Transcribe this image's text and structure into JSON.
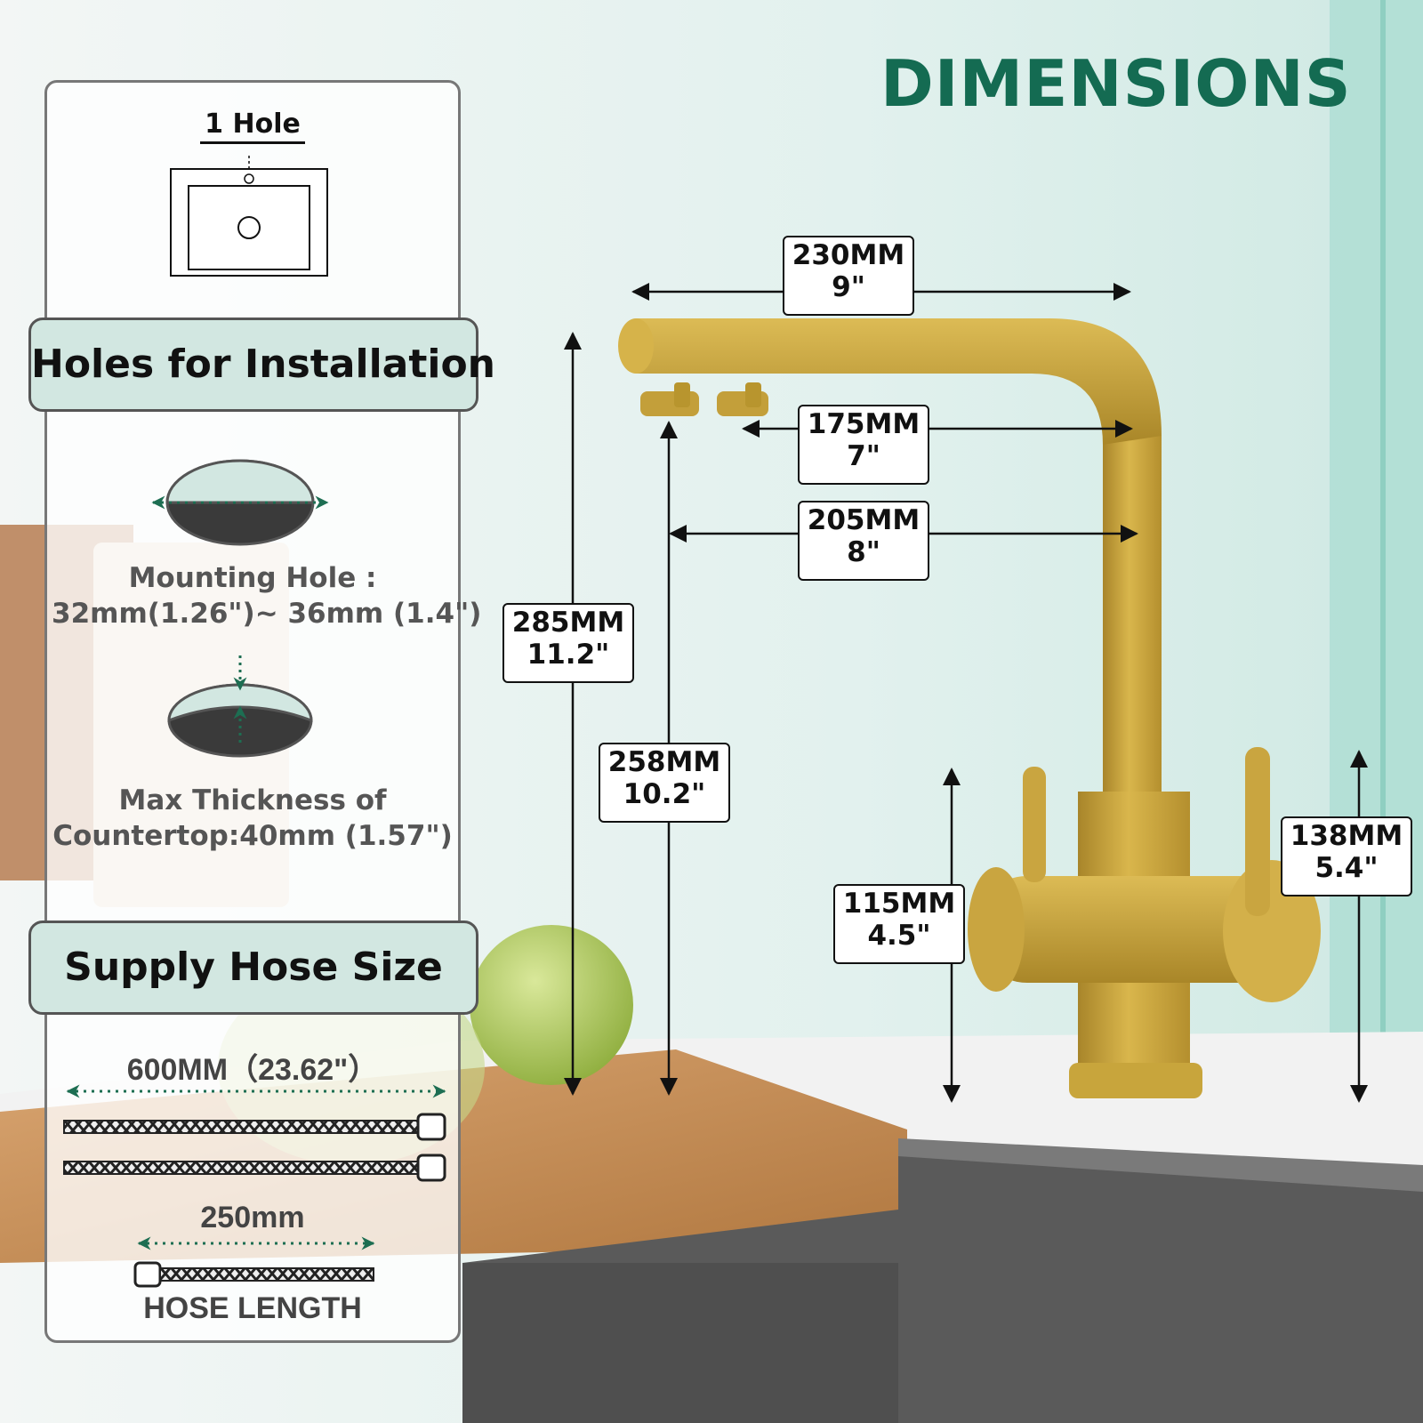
{
  "title": "DIMENSIONS",
  "dimensions": [
    {
      "mm": "230MM",
      "inch": "9\""
    },
    {
      "mm": "175MM",
      "inch": "7\""
    },
    {
      "mm": "205MM",
      "inch": "8\""
    },
    {
      "mm": "285MM",
      "inch": "11.2\""
    },
    {
      "mm": "258MM",
      "inch": "10.2\""
    },
    {
      "mm": "115MM",
      "inch": "4.5\""
    },
    {
      "mm": "138MM",
      "inch": "5.4\""
    }
  ],
  "sidebar": {
    "hole_count": "1 Hole",
    "holes_header": "Holes for Installation",
    "mounting_hole_label": "Mounting Hole :",
    "mounting_hole_value": "32mm(1.26\")~ 36mm (1.4\")",
    "thickness_label": "Max Thickness of",
    "thickness_value": "Countertop:40mm (1.57\")",
    "hose_header": "Supply Hose Size",
    "hose_long": "600MM（23.62\"）",
    "hose_short": "250mm",
    "hose_caption": "HOSE LENGTH"
  },
  "colors": {
    "accent": "#146b52",
    "header_bg": "#d2e7e1",
    "faucet_gold": "#c9a53a"
  }
}
